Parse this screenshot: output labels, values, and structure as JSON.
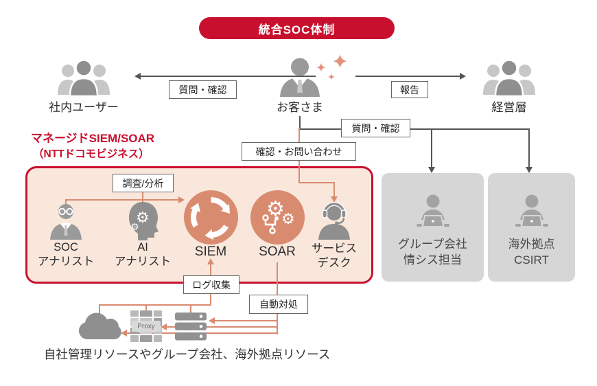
{
  "banner": {
    "title": "統合SOC体制"
  },
  "actors": {
    "internal_users": {
      "label": "社内ユーザー"
    },
    "customer": {
      "label": "お客さま"
    },
    "management": {
      "label": "経営層"
    }
  },
  "connectors": {
    "question_confirm_users": "質問・確認",
    "report": "報告",
    "question_confirm_groups": "質問・確認",
    "confirm_inquiry": "確認・お問い合わせ",
    "investigation_analysis": "調査/分析",
    "log_collection": "ログ収集",
    "auto_remediation": "自動対処"
  },
  "managed_service": {
    "title_line1": "マネージドSIEM/SOAR",
    "title_line2": "（NTTドコモビジネス）",
    "soc_analyst": {
      "line1": "SOC",
      "line2": "アナリスト"
    },
    "ai_analyst": {
      "line1": "AI",
      "line2": "アナリスト"
    },
    "siem": {
      "label": "SIEM"
    },
    "soar": {
      "label": "SOAR"
    },
    "service_desk": {
      "line1": "サービス",
      "line2": "デスク"
    }
  },
  "external_teams": {
    "group_company": {
      "line1": "グループ会社",
      "line2": "情シス担当"
    },
    "overseas_csirt": {
      "line1": "海外拠点",
      "line2": "CSIRT"
    }
  },
  "resources": {
    "caption": "自社管理リソースやグループ会社、海外拠点リソース",
    "proxy_label": "Proxy"
  },
  "colors": {
    "brand_red": "#c8102e",
    "accent_orange": "#d98b70",
    "panel_fill": "#f9e7dc",
    "line_dark": "#555555",
    "gray_panel": "#d6d6d6",
    "sparkle": "#e2917b"
  }
}
